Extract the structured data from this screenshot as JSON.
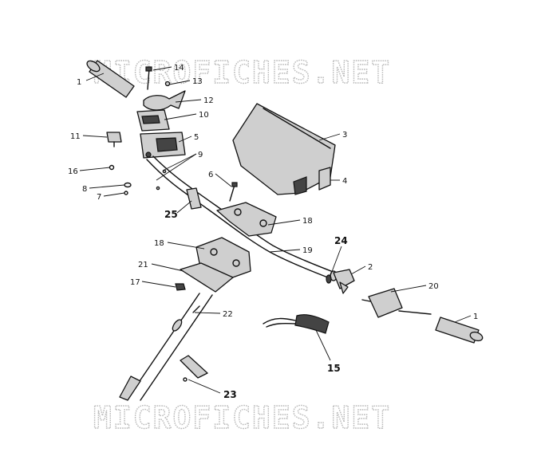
{
  "watermark": {
    "text": "MICROFICHES.NET"
  },
  "callouts": {
    "c1_left": "1",
    "c14": "14",
    "c13": "13",
    "c12": "12",
    "c10": "10",
    "c11": "11",
    "c5": "5",
    "c9": "9",
    "c16": "16",
    "c8": "8",
    "c7": "7",
    "c25": "25",
    "c6": "6",
    "c3": "3",
    "c4": "4",
    "c18_right": "18",
    "c19": "19",
    "c24": "24",
    "c2": "2",
    "c20": "20",
    "c1_right": "1",
    "c18_left": "18",
    "c21": "21",
    "c17": "17",
    "c22": "22",
    "c15": "15",
    "c23": "23"
  }
}
